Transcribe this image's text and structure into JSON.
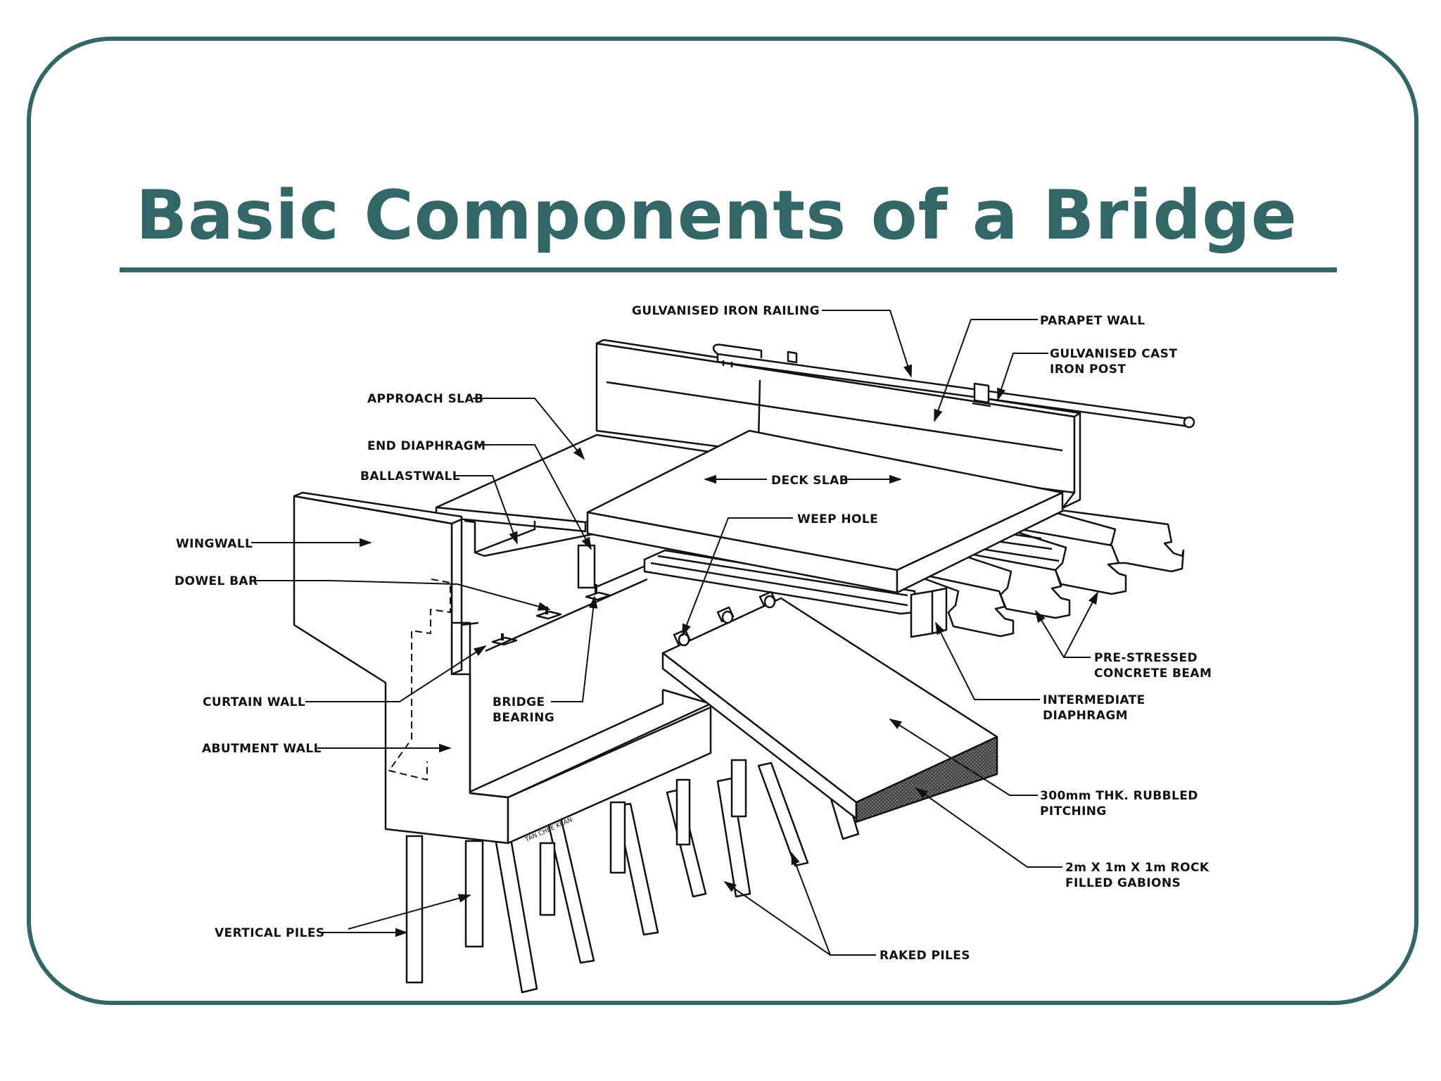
{
  "title": "Basic Components of a Bridge",
  "colors": {
    "accent": "#336666",
    "ink": "#111111",
    "gabion": "#555555"
  },
  "labels": {
    "galvanised_iron_railing": "GULVANISED IRON RAILING",
    "parapet_wall": "PARAPET WALL",
    "cast_iron_post_1": "GULVANISED CAST",
    "cast_iron_post_2": "IRON POST",
    "approach_slab": "APPROACH SLAB",
    "end_diaphragm": "END DIAPHRAGM",
    "ballastwall": "BALLASTWALL",
    "deck_slab": "DECK SLAB",
    "weep_hole": "WEEP HOLE",
    "wingwall": "WINGWALL",
    "dowel_bar": "DOWEL BAR",
    "prestressed_beam_1": "PRE-STRESSED",
    "prestressed_beam_2": "CONCRETE BEAM",
    "intermediate_diaphragm_1": "INTERMEDIATE",
    "intermediate_diaphragm_2": "DIAPHRAGM",
    "curtain_wall": "CURTAIN WALL",
    "bridge_bearing_1": "BRIDGE",
    "bridge_bearing_2": "BEARING",
    "abutment_wall": "ABUTMENT WALL",
    "rubbled_pitching_1": "300mm THK. RUBBLED",
    "rubbled_pitching_2": "PITCHING",
    "gabions_1": "2m X 1m X 1m ROCK",
    "gabions_2": "FILLED GABIONS",
    "vertical_piles": "VERTICAL PILES",
    "raked_piles": "RAKED PILES",
    "signature": "TAN CHEE KEAN"
  }
}
